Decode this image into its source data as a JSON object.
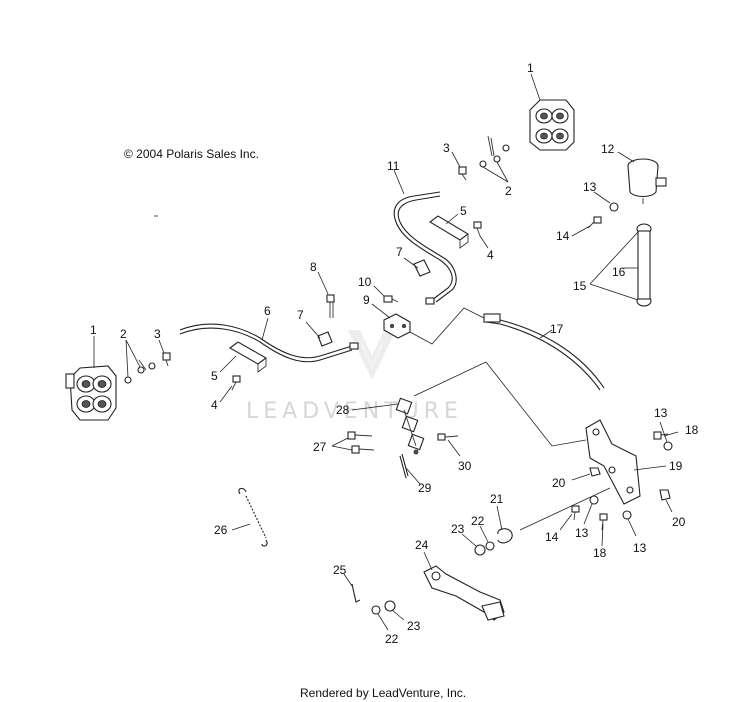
{
  "copyright": "© 2004 Polaris Sales Inc.",
  "footer": "Rendered by LeadVenture, Inc.",
  "watermark": "LEADVENTURE",
  "callouts": {
    "c1a": "1",
    "c1b": "1",
    "c2a": "2",
    "c2b": "2",
    "c3a": "3",
    "c3b": "3",
    "c4a": "4",
    "c4b": "4",
    "c5a": "5",
    "c5b": "5",
    "c6": "6",
    "c7a": "7",
    "c7b": "7",
    "c8": "8",
    "c9": "9",
    "c10": "10",
    "c11": "11",
    "c12": "12",
    "c13a": "13",
    "c13b": "13",
    "c13c": "13",
    "c13d": "13",
    "c14a": "14",
    "c14b": "14",
    "c15": "15",
    "c16": "16",
    "c17": "17",
    "c18a": "18",
    "c18b": "18",
    "c19": "19",
    "c20a": "20",
    "c20b": "20",
    "c21": "21",
    "c22a": "22",
    "c22b": "22",
    "c23a": "23",
    "c23b": "23",
    "c24": "24",
    "c25": "25",
    "c26": "26",
    "c27": "27",
    "c28": "28",
    "c29": "29",
    "c30": "30"
  }
}
